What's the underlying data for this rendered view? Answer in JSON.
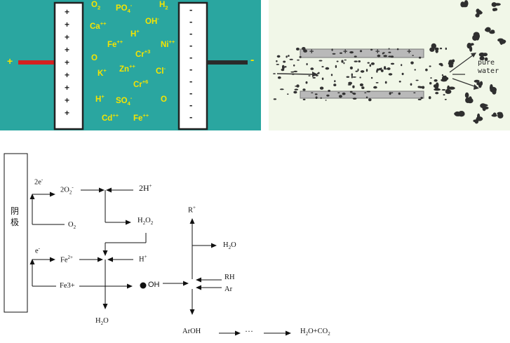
{
  "panel_a": {
    "anode_sign": "+",
    "cathode_sign": "-",
    "plus_marks": [
      "+",
      "+",
      "+",
      "+",
      "+",
      "+",
      "+",
      "+",
      "+"
    ],
    "minus_marks": [
      "-",
      "-",
      "-",
      "-",
      "-",
      "-",
      "-",
      "-",
      "-",
      "-"
    ],
    "ions": [
      {
        "base": "O",
        "sub": "2",
        "sup": ""
      },
      {
        "base": "PO",
        "sub": "4",
        "sup": "-"
      },
      {
        "base": "H",
        "sub": "2",
        "sup": ""
      },
      {
        "base": "Ca",
        "sub": "",
        "sup": "++"
      },
      {
        "base": "OH",
        "sub": "",
        "sup": "-"
      },
      {
        "base": "H",
        "sub": "",
        "sup": "+"
      },
      {
        "base": "Ni",
        "sub": "",
        "sup": "++"
      },
      {
        "base": "Fe",
        "sub": "",
        "sup": "++"
      },
      {
        "base": "Cr",
        "sub": "",
        "sup": "+3"
      },
      {
        "base": "O",
        "sub": "",
        "sup": ""
      },
      {
        "base": "Zn",
        "sub": "",
        "sup": "++"
      },
      {
        "base": "K",
        "sub": "",
        "sup": "+"
      },
      {
        "base": "Cl",
        "sub": "",
        "sup": "-"
      },
      {
        "base": "Cr",
        "sub": "",
        "sup": "+6"
      },
      {
        "base": "H",
        "sub": "",
        "sup": "+"
      },
      {
        "base": "SO",
        "sub": "4",
        "sup": "-"
      },
      {
        "base": "O",
        "sub": "",
        "sup": ""
      },
      {
        "base": "Cd",
        "sub": "",
        "sup": "++"
      },
      {
        "base": "Fe",
        "sub": "",
        "sup": "++"
      }
    ]
  },
  "panel_b": {
    "plate_top_marks": [
      "+",
      "+",
      "+",
      "+"
    ],
    "plate_bottom_marks": [
      "-",
      "-",
      "-",
      "-",
      "-"
    ],
    "label_line1": "pure",
    "label_line2": "water"
  },
  "panel_c": {
    "cathode_label": "阴\n极",
    "cathode_line1": "阴",
    "cathode_line2": "极",
    "two_e": {
      "base": "2e",
      "sup": "-"
    },
    "o2": {
      "base": "O",
      "sub": "2"
    },
    "two_o2": {
      "base": "2O",
      "sub": "2",
      "sup": "-"
    },
    "two_h": {
      "base": "2H",
      "sup": "+"
    },
    "h2o2": {
      "base": "H",
      "sub": "2",
      "mid": "O",
      "sub2": "2"
    },
    "e": {
      "base": "e",
      "sup": "-"
    },
    "fe2": {
      "base": "Fe",
      "sup": "2+"
    },
    "fe3": "Fe3+",
    "h_plus": {
      "base": "H",
      "sup": "+"
    },
    "oh": "OH",
    "h2o_bottom": {
      "base": "H",
      "sub": "2",
      "mid": "O"
    },
    "r_plus": {
      "base": "R",
      "sup": "+"
    },
    "h2o_right": {
      "base": "H",
      "sub": "2",
      "mid": "O"
    },
    "rh": "RH",
    "ar": "Ar",
    "aroh": "ArOH",
    "dots": "···",
    "final": {
      "a": "H",
      "b": "2",
      "c": "O+CO",
      "d": "2"
    }
  },
  "colors": {
    "panel_a_bg": "#2aa6a0",
    "ion_text": "#f6e400",
    "anode_wire": "#d42020",
    "cathode_wire": "#2a2a2a",
    "panel_b_bg": "#f1f7e8"
  }
}
